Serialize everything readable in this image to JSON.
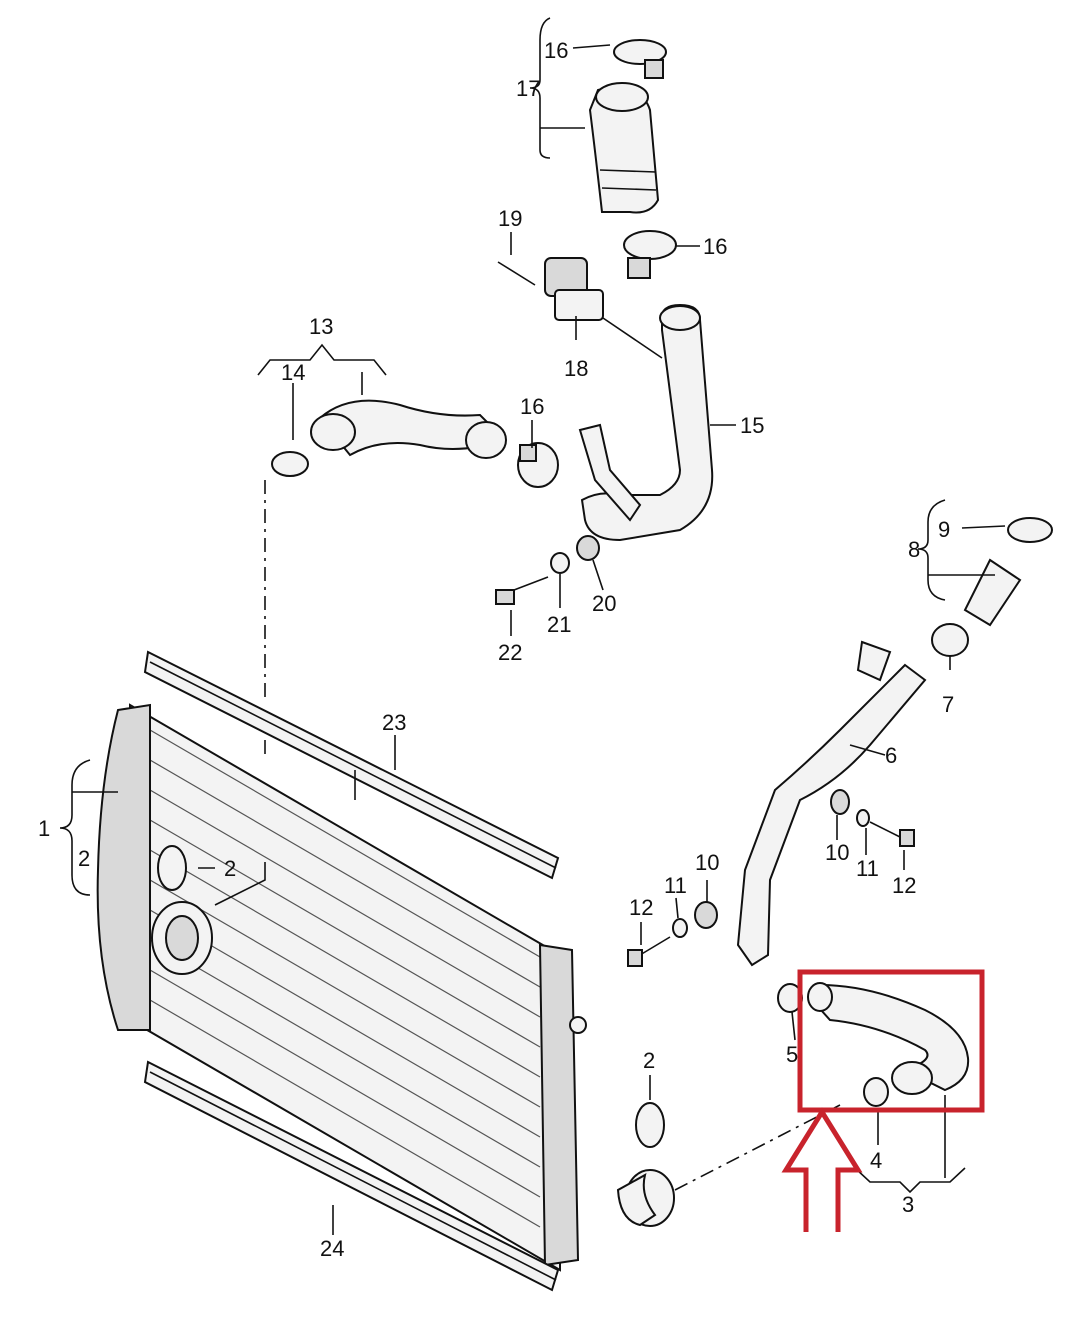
{
  "diagram": {
    "callouts": {
      "c1": "1",
      "c2a": "2",
      "c2b": "2",
      "c2c": "2",
      "c3": "3",
      "c4": "4",
      "c5": "5",
      "c6": "6",
      "c7": "7",
      "c8": "8",
      "c9": "9",
      "c10a": "10",
      "c10b": "10",
      "c11a": "11",
      "c11b": "11",
      "c12a": "12",
      "c12b": "12",
      "c13": "13",
      "c14": "14",
      "c15": "15",
      "c16a": "16",
      "c16b": "16",
      "c16c": "16",
      "c17": "17",
      "c18": "18",
      "c19": "19",
      "c20": "20",
      "c21": "21",
      "c22": "22",
      "c23": "23",
      "c24": "24"
    },
    "highlight_color": "#c8232c"
  }
}
